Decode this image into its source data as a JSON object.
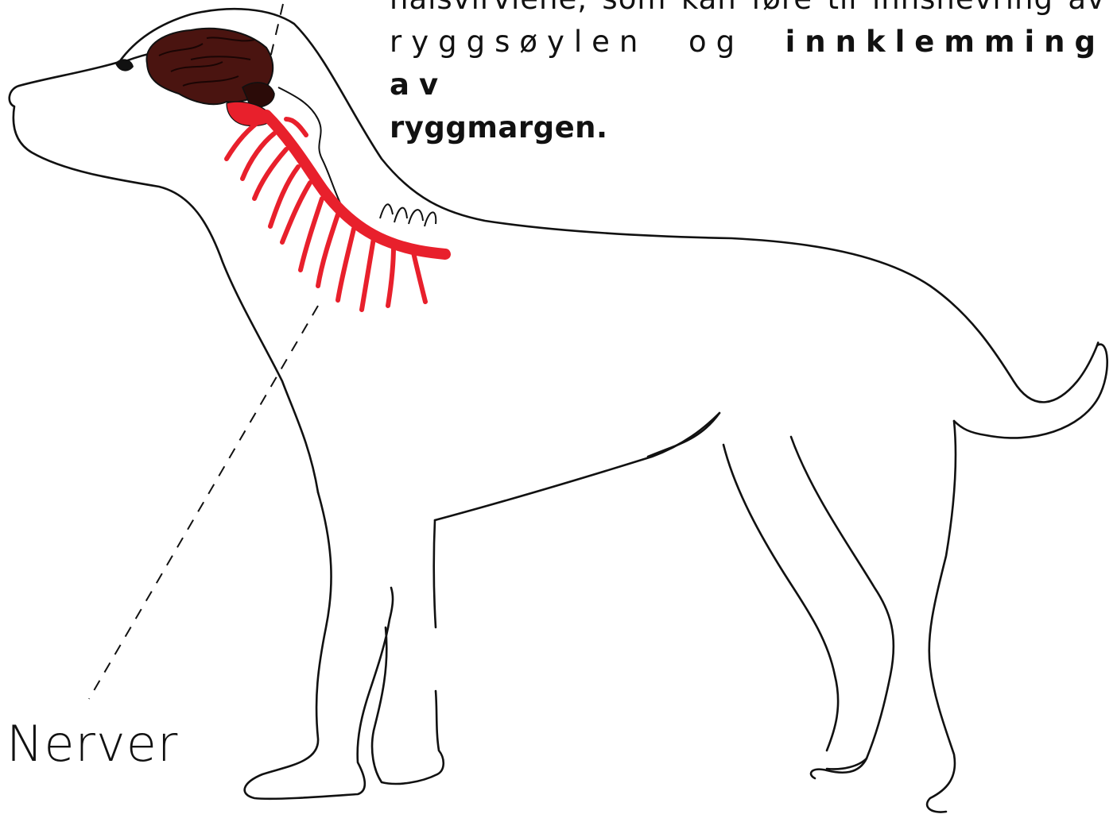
{
  "description": {
    "line1": "halsvirvlene, som kan føre til innsnevring av",
    "line2_plain": "ryggsøylen og ",
    "line2_bold": "innklemming av",
    "line3_bold": "ryggmargen."
  },
  "label": {
    "nerver": "Nerver"
  },
  "colors": {
    "nerve_red": "#e8202c",
    "brain_brown": "#4a1410",
    "outline": "#111111",
    "background": "#ffffff"
  }
}
